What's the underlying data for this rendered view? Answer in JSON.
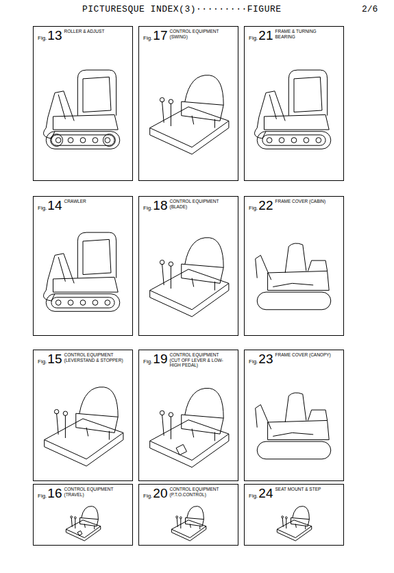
{
  "diagram": {
    "title": "PICTURESQUE INDEX(3)·········FIGURE",
    "nodes": [
      {
        "text": [
          "Fig.",
          "13",
          "ROLLER & ADJUST"
        ]
      },
      {
        "text": [
          "Fig.",
          "14",
          "CRAWLER"
        ]
      },
      {
        "text": [
          "Fig.",
          "15",
          "CONTROL EQUIPMENT (LEVERSTAND & STOPPER)"
        ]
      },
      {
        "text": [
          "Fig.",
          "16",
          "CONTROL EQUIPMENT (TRAVEL)"
        ]
      },
      {
        "text": [
          "Fig.",
          "17",
          "CONTROL EQUIPMENT (SWING)"
        ]
      },
      {
        "text": [
          "Fig.",
          "18",
          "CONTROL EQUIPMENT (BLADE)"
        ]
      },
      {
        "text": [
          "Fig.",
          "19",
          "CONTROL EQUIPMENT (CUT OFF LEVER & LOW-HIGH PEDAL)"
        ]
      },
      {
        "text": [
          "Fig.",
          "20",
          "CONTROL EQUIPMENT (P.T.O.CONTROL)"
        ]
      },
      {
        "text": [
          "Fig.",
          "21",
          "FRAME & TURNING BEARING"
        ]
      },
      {
        "text": [
          "Fig.",
          "22",
          "FRAME COVER (CABIN)"
        ]
      },
      {
        "text": [
          "Fig.",
          "23",
          "FRAME COVER (CANOPY)"
        ]
      },
      {
        "text": [
          "Fig.",
          "24",
          "SEAT MOUNT & STEP"
        ]
      }
    ],
    "labels": [
      "2/6"
    ]
  }
}
